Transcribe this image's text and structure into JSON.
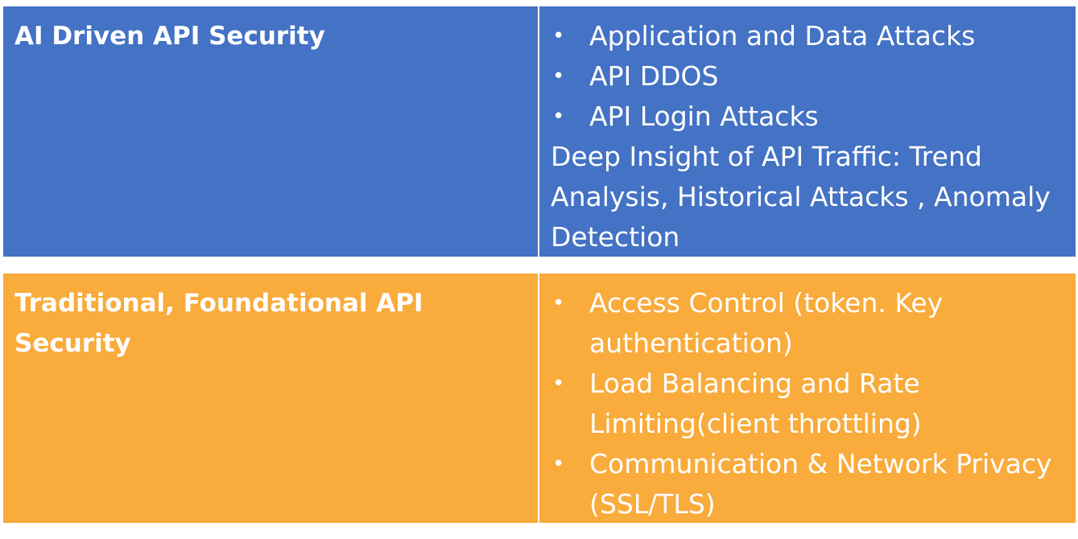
{
  "colors": {
    "top_row": "#4472C4",
    "bottom_row": "#F9AB3B",
    "text": "#FFFFFF"
  },
  "rows": [
    {
      "title": "AI Driven API Security",
      "bullets": [
        "Application and Data Attacks",
        "API DDOS",
        "API Login Attacks"
      ],
      "paragraph": "Deep Insight of API Traffic: Trend Analysis, Historical Attacks , Anomaly Detection"
    },
    {
      "title": "Traditional, Foundational API Security",
      "bullets": [
        "Access Control (token. Key authentication)",
        "Load Balancing and Rate Limiting(client throttling)",
        "Communication & Network Privacy (SSL/TLS)"
      ]
    }
  ],
  "bullet_icon": "bullet-dot"
}
